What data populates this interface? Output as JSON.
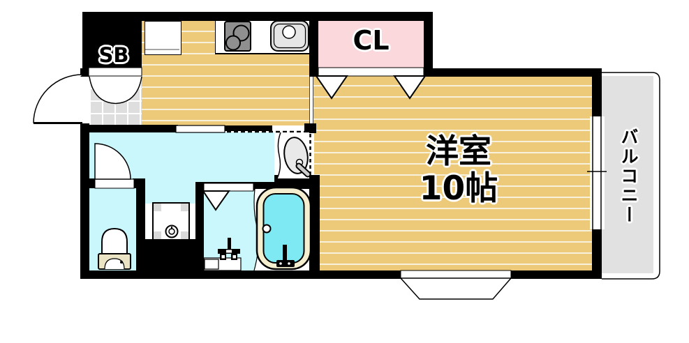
{
  "rooms": {
    "main": {
      "name": "洋室",
      "size": "10帖"
    },
    "closet": {
      "label": "CL"
    },
    "shoebox": {
      "label": "SB"
    },
    "balcony": {
      "label": "バルコニー"
    }
  },
  "palette": {
    "wall": "#000000",
    "wood_floor": "#ecca79",
    "floor_stripe": "#f7f0da",
    "wet_area_cyan": "#c9f7fb",
    "closet_pink": "#fbd8dc",
    "balcony_gray": "#e1e1e1",
    "entry_tile_gray": "#dedede",
    "tub_water": "#7ee9f2",
    "tub_rim": "#f5efcf",
    "stove_gray": "#8f8f8f",
    "sink_gray": "#dcdcdc"
  },
  "fixtures": {
    "kitchen": [
      "refrigerator-space",
      "two-burner-stove",
      "kitchen-sink"
    ],
    "sanitary": [
      "wash-basin",
      "washing-machine-pan",
      "toilet",
      "bathtub",
      "bath-mixer-tap",
      "bath-counter"
    ],
    "openings": [
      "entry-door",
      "toilet-door",
      "closet-folding-doors",
      "bath-folding-door",
      "kitchen-hall-opening",
      "balcony-sliding-window",
      "bay-window"
    ]
  }
}
